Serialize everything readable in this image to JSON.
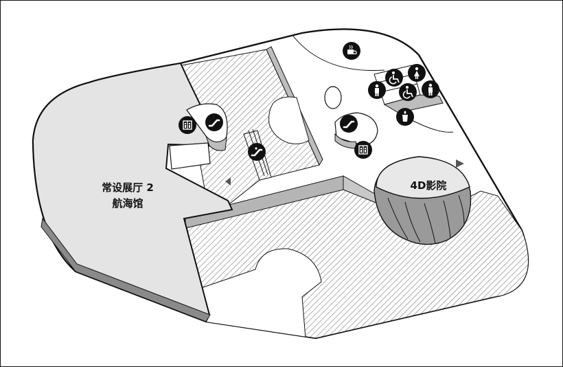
{
  "areas": {
    "gallery": {
      "line1": "常设展厅 2",
      "line2": "航海馆"
    },
    "theater_4d": {
      "label": "4D影院"
    }
  },
  "icons": [
    {
      "name": "coffee-icon"
    },
    {
      "name": "accessible-icon"
    },
    {
      "name": "female-restroom-icon"
    },
    {
      "name": "male-restroom-icon"
    },
    {
      "name": "accessible-icon"
    },
    {
      "name": "male-restroom-icon"
    },
    {
      "name": "drinking-water-icon"
    },
    {
      "name": "elevator-icon"
    },
    {
      "name": "escalator-icon"
    },
    {
      "name": "escalator-icon"
    },
    {
      "name": "elevator-icon"
    },
    {
      "name": "escalator-icon"
    }
  ],
  "colors": {
    "gallery_fill": "#e4e4e4",
    "dome_fill": "#9a9a9a",
    "icon_fill": "#111111",
    "outline": "#111111"
  }
}
